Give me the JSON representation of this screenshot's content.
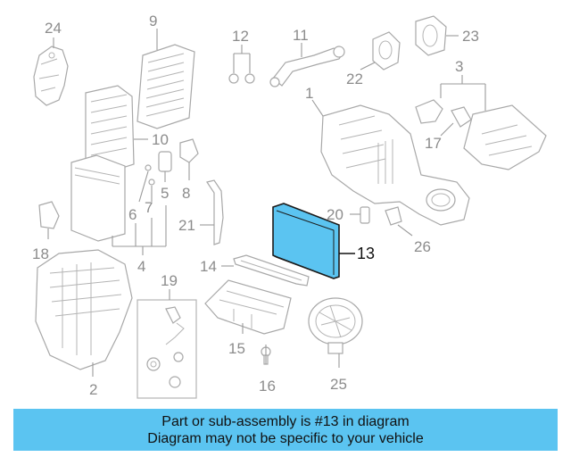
{
  "diagram": {
    "highlight_color": "#5bc4f1",
    "highlighted_part": "13",
    "callouts": [
      "24",
      "9",
      "12",
      "11",
      "22",
      "23",
      "3",
      "1",
      "10",
      "17",
      "5",
      "8",
      "6",
      "7",
      "21",
      "20",
      "13",
      "26",
      "18",
      "4",
      "14",
      "19",
      "15",
      "25",
      "16",
      "2"
    ]
  },
  "banner": {
    "line1": "Part or sub-assembly is #13 in diagram",
    "line2": "Diagram may not be specific to your vehicle",
    "background": "#5bc4f1"
  }
}
